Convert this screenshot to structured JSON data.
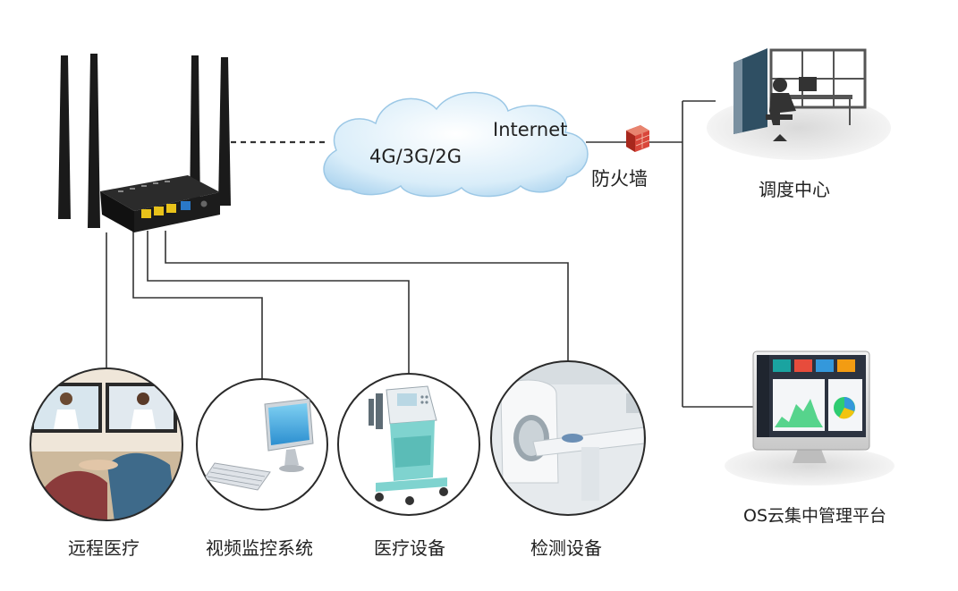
{
  "cloud": {
    "network_label": "4G/3G/2G",
    "internet_label": "Internet"
  },
  "firewall": {
    "label": "防火墙"
  },
  "dispatch_center": {
    "label": "调度中心"
  },
  "cloud_platform": {
    "label": "OS云集中管理平台"
  },
  "devices": [
    {
      "id": "telemedicine",
      "label": "远程医疗"
    },
    {
      "id": "video",
      "label": "视频监控系统"
    },
    {
      "id": "medical",
      "label": "医疗设备"
    },
    {
      "id": "inspection",
      "label": "检测设备"
    }
  ],
  "colors": {
    "line": "#333333",
    "cloud": "#cfe7f7",
    "cloud_edge": "#9cc8e6",
    "router": "#1c1c1c",
    "port_yellow": "#e8c21a",
    "port_blue": "#2a78c8",
    "firewall_red": "#c0392b",
    "dashboard_accent": "#1aa3a0"
  }
}
